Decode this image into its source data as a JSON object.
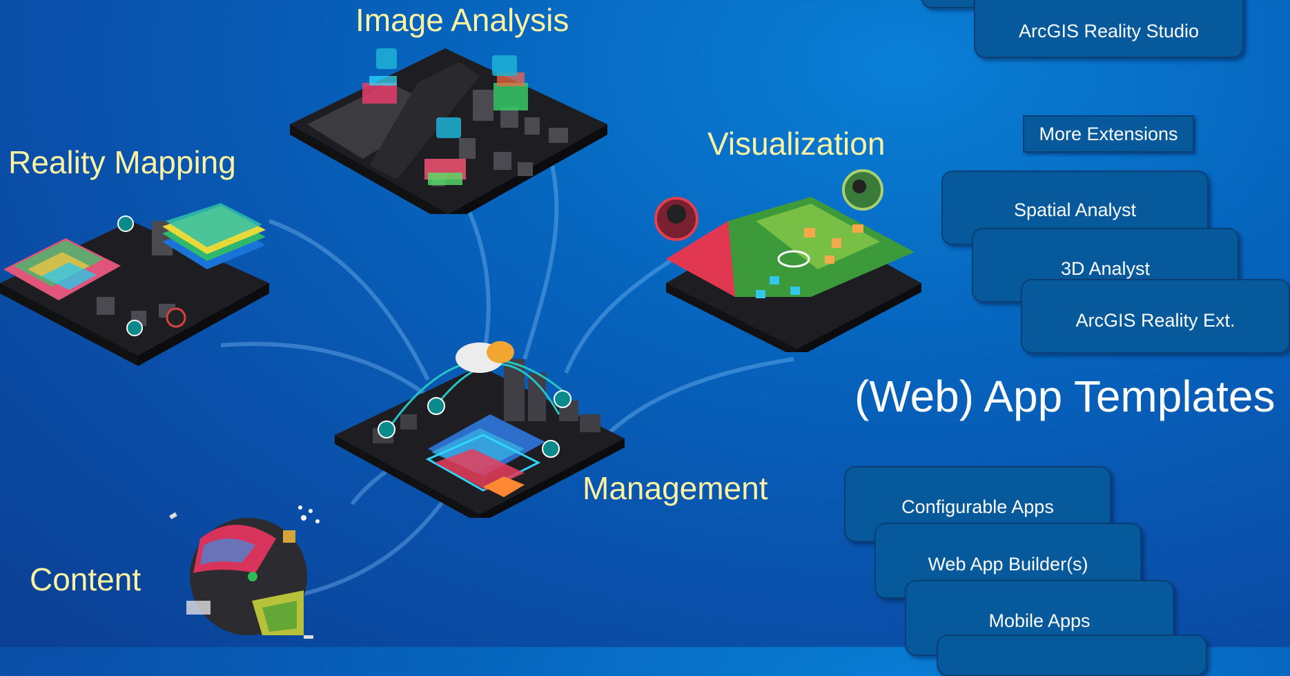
{
  "labels": {
    "image_analysis": "Image Analysis",
    "reality_mapping": "Reality Mapping",
    "visualization": "Visualization",
    "management": "Management",
    "content": "Content"
  },
  "products": {
    "reality_studio": "ArcGIS Reality Studio",
    "more_extensions": "More Extensions",
    "spatial_analyst": "Spatial Analyst",
    "analyst_3d": "3D Analyst",
    "reality_ext": "ArcGIS Reality Ext."
  },
  "templates": {
    "title": "(Web) App Templates",
    "configurable_apps": "Configurable Apps",
    "web_app_builder": "Web App Builder(s)",
    "mobile_apps": "Mobile Apps"
  },
  "colors": {
    "label_yellow": "#fbf2a3",
    "pill_fill": "#06599a",
    "background": "#0664bd"
  }
}
